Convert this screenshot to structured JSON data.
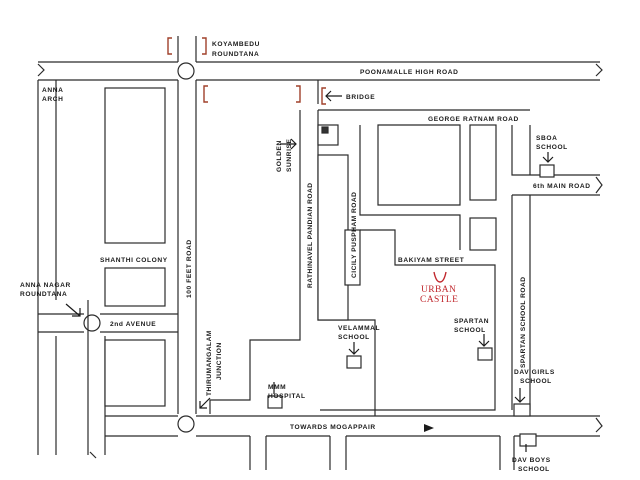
{
  "labels": {
    "koyambedu": "KOYAMBEDU",
    "roundtana": "ROUNDTANA",
    "poonamalle": "POONAMALLE HIGH ROAD",
    "anna_arch_1": "ANNA",
    "anna_arch_2": "ARCH",
    "bridge": "BRIDGE",
    "george": "GEORGE RATNAM ROAD",
    "golden": "GOLDEN",
    "sunrise": "SUNRISE",
    "sboa_1": "SBOA",
    "sboa_2": "SCHOOL",
    "sixth_main": "6th MAIN ROAD",
    "rathinavel": "RATHINAVEL PANDIAN ROAD",
    "cicily": "CICILY PUSPHAM ROAD",
    "bakiyam": "BAKIYAM STREET",
    "shanthi": "SHANTHI COLONY",
    "feet100": "100 FEET ROAD",
    "anna_nagar_1": "ANNA NAGAR",
    "anna_nagar_2": "ROUNDTANA",
    "second_avenue": "2nd AVENUE",
    "urban": "URBAN",
    "castle": "CASTLE",
    "spartan_road": "SPARTAN SCHOOL ROAD",
    "spartan_1": "SPARTAN",
    "spartan_2": "SCHOOL",
    "velammal_1": "VELAMMAL",
    "velammal_2": "SCHOOL",
    "thiru_1": "THIRUMANGALAM",
    "thiru_2": "JUNCTION",
    "mmm_1": "MMM",
    "mmm_2": "HOSPITAL",
    "dav_girls_1": "DAV GIRLS",
    "dav_girls_2": "SCHOOL",
    "towards": "TOWARDS MOGAPPAIR",
    "dav_boys_1": "DAV BOYS",
    "dav_boys_2": "SCHOOL"
  },
  "colors": {
    "road_line": "#2b2b2b",
    "brand": "#c0272d",
    "bridge_marker": "#a0402a"
  }
}
